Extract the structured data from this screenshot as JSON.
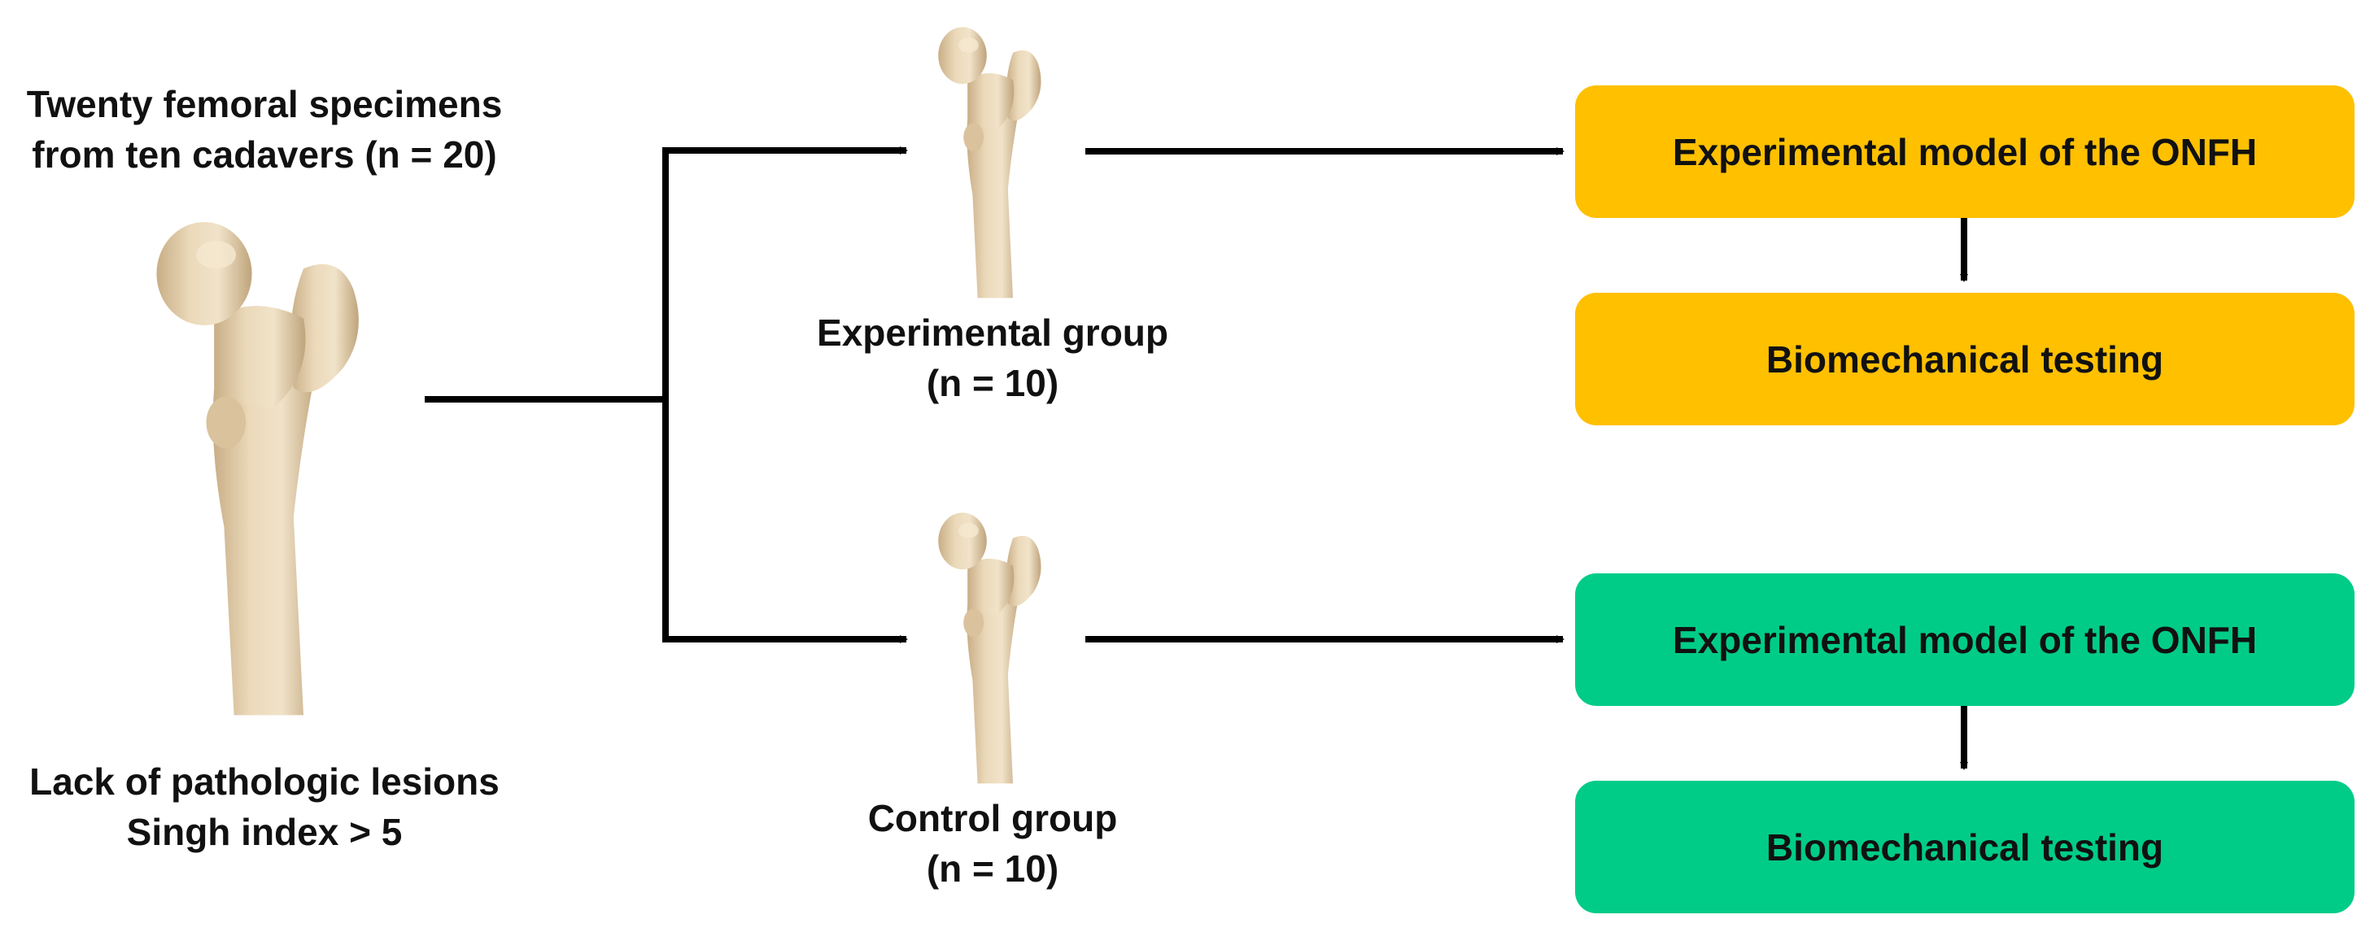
{
  "specimens": {
    "title_line1": "Twenty femoral specimens",
    "title_line2": "from ten cadavers (n = 20)",
    "criteria_line1": "Lack of pathologic lesions",
    "criteria_line2": "Singh index > 5"
  },
  "experimental_group": {
    "label_line1": "Experimental group",
    "label_line2": "(n = 10)",
    "step1": "Experimental model of the ONFH",
    "step2": "Biomechanical testing",
    "color": "#FFC000"
  },
  "control_group": {
    "label_line1": "Control group",
    "label_line2": "(n = 10)",
    "step1": "Experimental model of the ONFH",
    "step2": "Biomechanical testing",
    "color": "#00CC88"
  },
  "bone_color": "#E6D2B0"
}
